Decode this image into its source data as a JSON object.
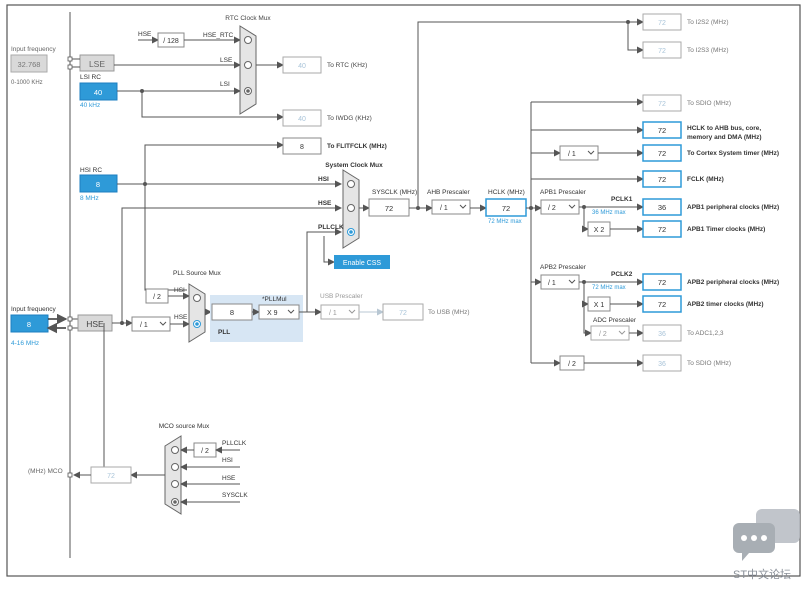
{
  "colors": {
    "accent": "#2e9ad8",
    "line": "#555555",
    "box_border": "#7a7a7a",
    "faded_text": "#a9c4d9",
    "pll_bg": "#d7e6f4",
    "disabled_bg": "#d9d9d9"
  },
  "inputs": {
    "left_input_label": "Input frequency",
    "left_input_value": "32.768",
    "left_input_range": "0-1000 KHz",
    "lse_label": "LSE",
    "lsi_rc_label": "LSI RC",
    "lsi_value": "40",
    "lsi_freq": "40 kHz",
    "hsi_rc_label": "HSI RC",
    "hsi_value": "8",
    "hsi_freq": "8 MHz",
    "hse_input_label": "Input frequency",
    "hse_input_value": "8",
    "hse_input_range": "4-16 MHz",
    "hse_label": "HSE"
  },
  "rtc": {
    "mux_title": "RTC Clock Mux",
    "hse_in": "HSE",
    "hse_div": "/ 128",
    "hse_rtc": "HSE_RTC",
    "lse_line": "LSE",
    "lsi_line": "LSI",
    "rtc_value": "40",
    "rtc_label": "To RTC (KHz)",
    "iwdg_value": "40",
    "iwdg_label": "To IWDG (KHz)",
    "flitf_value": "8",
    "flitf_label": "To FLITFCLK (MHz)"
  },
  "system": {
    "mux_title": "System Clock Mux",
    "hsi": "HSI",
    "hse": "HSE",
    "pllclk": "PLLCLK",
    "css_button": "Enable CSS",
    "sysclk_label": "SYSCLK (MHz)",
    "sysclk_value": "72",
    "ahb_label": "AHB Prescaler",
    "ahb_value": "/ 1",
    "hclk_label": "HCLK (MHz)",
    "hclk_value": "72",
    "hclk_max": "72 MHz max"
  },
  "pll": {
    "src_mux_title": "PLL Source Mux",
    "hsi_div": "/ 2",
    "hsi": "HSI",
    "hse": "HSE",
    "hse_prediv": "/ 1",
    "pll_in": "8",
    "pllmul_label": "*PLLMul",
    "pllmul_value": "X 9",
    "pll_label": "PLL",
    "usb_label": "USB Prescaler",
    "usb_div": "/ 1",
    "usb_value": "72",
    "usb_out": "To USB (MHz)"
  },
  "outputs": {
    "i2s2_value": "72",
    "i2s2_label": "To I2S2 (MHz)",
    "i2s3_value": "72",
    "i2s3_label": "To I2S3 (MHz)",
    "sdio1_value": "72",
    "sdio1_label": "To SDIO (MHz)",
    "hclk_ahb_value": "72",
    "hclk_ahb_label1": "HCLK to AHB bus, core,",
    "hclk_ahb_label2": "memory and DMA (MHz)",
    "cortex_div": "/ 1",
    "cortex_value": "72",
    "cortex_label": "To Cortex System timer (MHz)",
    "fclk_value": "72",
    "fclk_label": "FCLK (MHz)",
    "apb1_label": "APB1 Prescaler",
    "apb1_div": "/ 2",
    "pclk1_label": "PCLK1",
    "pclk1_max": "36 MHz max",
    "apb1_periph_value": "36",
    "apb1_periph_label": "APB1 peripheral clocks (MHz)",
    "apb1_timer_mul": "X 2",
    "apb1_timer_value": "72",
    "apb1_timer_label": "APB1 Timer clocks (MHz)",
    "apb2_label": "APB2 Prescaler",
    "apb2_div": "/ 1",
    "pclk2_label": "PCLK2",
    "pclk2_max": "72 MHz max",
    "apb2_periph_value": "72",
    "apb2_periph_label": "APB2 peripheral clocks (MHz)",
    "apb2_timer_mul": "X 1",
    "apb2_timer_value": "72",
    "apb2_timer_label": "APB2 timer clocks (MHz)",
    "adc_label": "ADC Prescaler",
    "adc_div": "/ 2",
    "adc_value": "36",
    "adc_out": "To ADC1,2,3",
    "sdio2_div": "/ 2",
    "sdio2_value": "36",
    "sdio2_label": "To SDIO (MHz)"
  },
  "mco": {
    "mux_title": "MCO source Mux",
    "pll_div": "/ 2",
    "pllclk": "PLLCLK",
    "hsi": "HSI",
    "hse": "HSE",
    "sysclk": "SYSCLK",
    "value": "72",
    "label": "(MHz) MCO"
  },
  "watermark": "ST中文论坛"
}
